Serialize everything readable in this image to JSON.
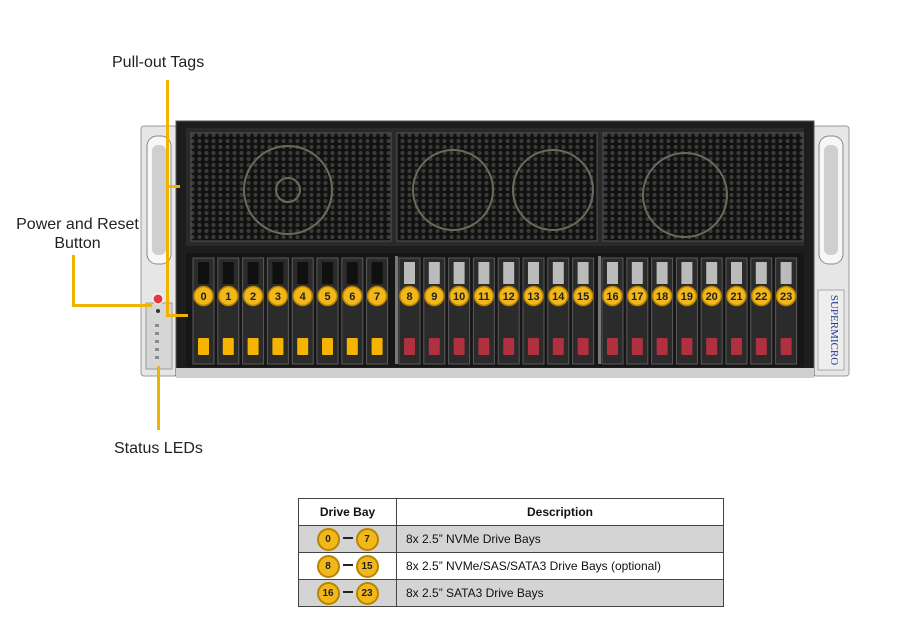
{
  "callouts": {
    "pull_out_tags": "Pull-out Tags",
    "power_reset_line1": "Power and Reset",
    "power_reset_line2": "Button",
    "status_leds": "Status LEDs"
  },
  "brand": "SUPERMICRO",
  "bay_numbers": [
    "0",
    "1",
    "2",
    "3",
    "4",
    "5",
    "6",
    "7",
    "8",
    "9",
    "10",
    "11",
    "12",
    "13",
    "14",
    "15",
    "16",
    "17",
    "18",
    "19",
    "20",
    "21",
    "22",
    "23"
  ],
  "colors": {
    "callout": "#f0b400",
    "badge_fill": "#f2b81a",
    "nvme_latch": "#f5b400",
    "sata_latch": "#b03040",
    "chassis": "#1d1d1d"
  },
  "table": {
    "headers": [
      "Drive Bay",
      "Description"
    ],
    "rows": [
      {
        "from": "0",
        "to": "7",
        "description": "8x 2.5” NVMe Drive Bays"
      },
      {
        "from": "8",
        "to": "15",
        "description": "8x 2.5” NVMe/SAS/SATA3 Drive Bays (optional)"
      },
      {
        "from": "16",
        "to": "23",
        "description": "8x 2.5” SATA3 Drive  Bays"
      }
    ]
  }
}
